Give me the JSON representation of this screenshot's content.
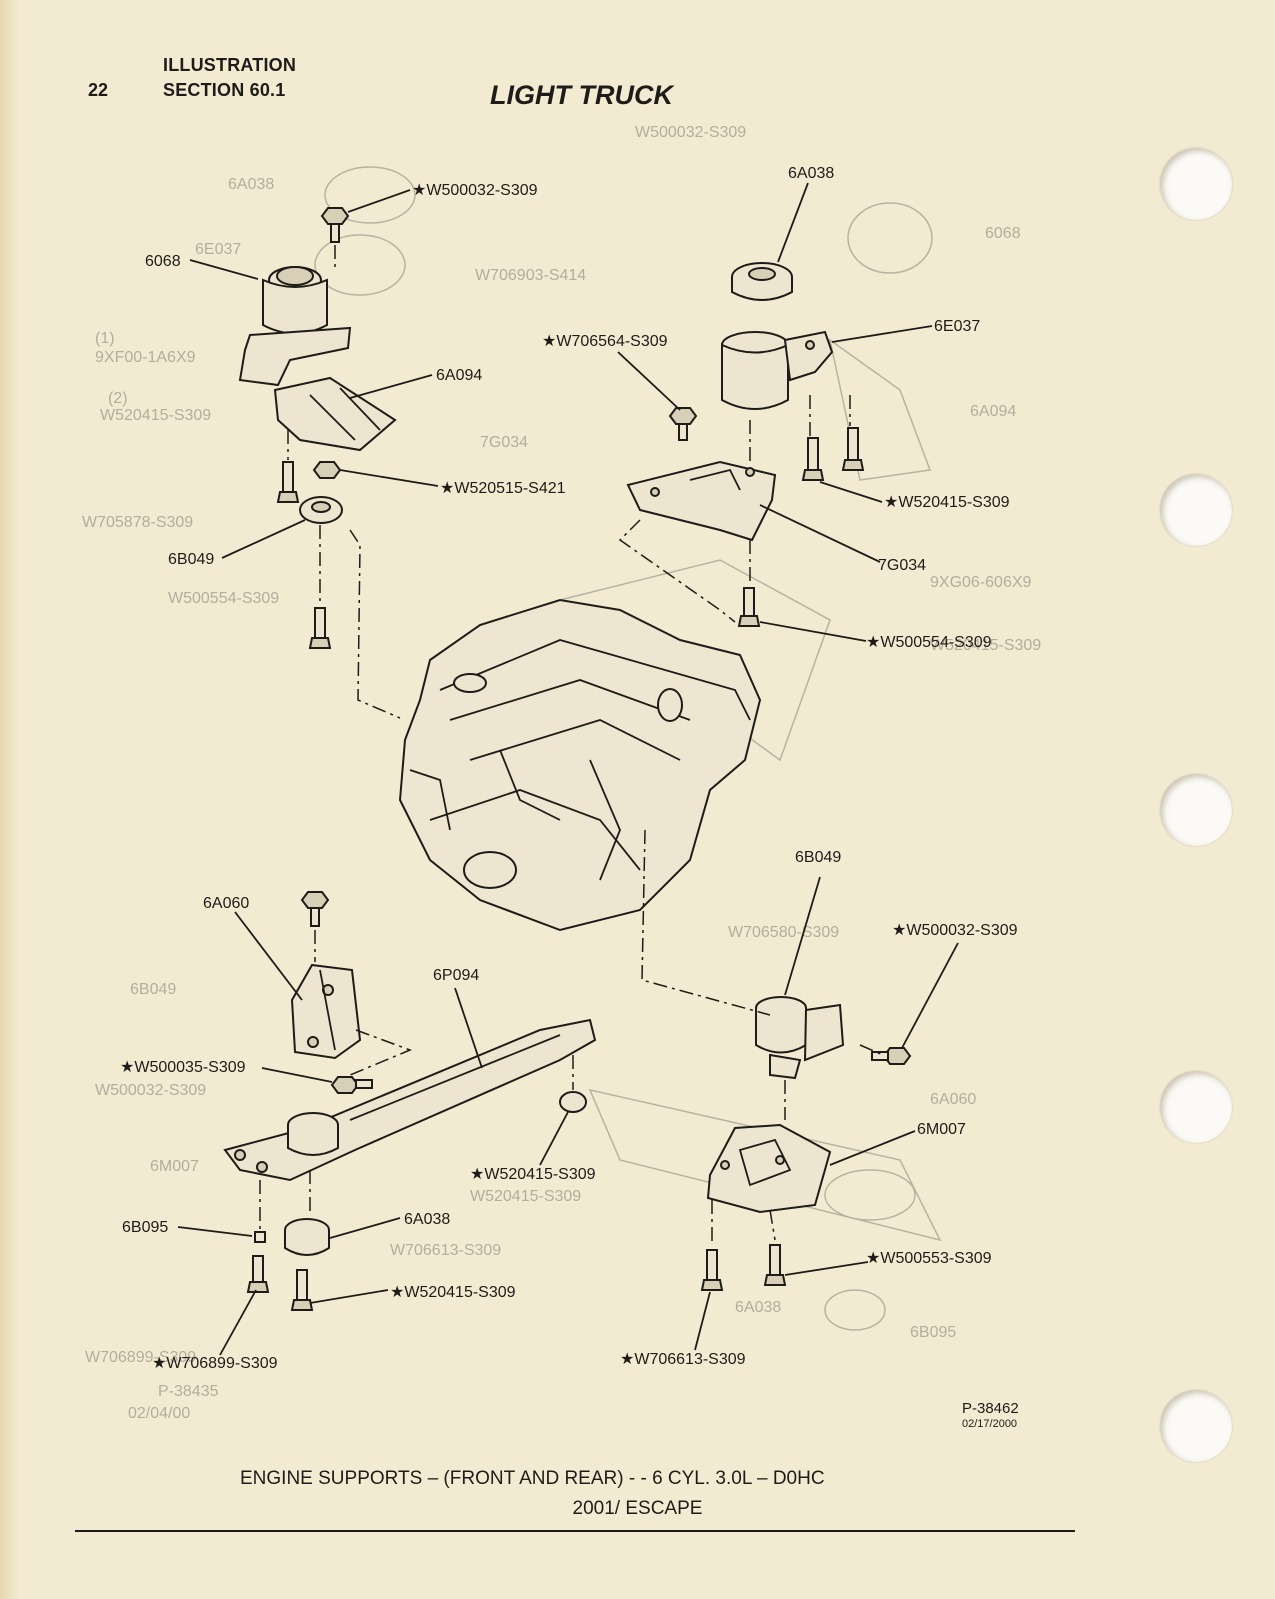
{
  "header": {
    "page_number": "22",
    "section_label": "ILLUSTRATION",
    "section_number": "SECTION 60.1",
    "title": "LIGHT TRUCK"
  },
  "callouts": {
    "top_left_bolt": "★W500032-S309",
    "top_left_mount": "6068",
    "top_left_bracket": "6A094",
    "top_left_nut": "★W520515-S421",
    "top_left_insulator": "6B049",
    "top_right_cap": "6A038",
    "top_right_mount": "6E037",
    "top_right_bolt_small": "★W706564-S309",
    "top_right_bolts": "★W520415-S309",
    "top_right_bracket": "7G034",
    "top_right_bottom_bolt": "★W500554-S309",
    "bottom_right_insulator": "6B049",
    "bottom_right_bolt": "★W500032-S309",
    "bottom_left_bracket": "6A060",
    "crossmember": "6P094",
    "bottom_left_bolt": "★W500035-S309",
    "crossmember_nut": "★W520415-S309",
    "bottom_right_mount": "6M007",
    "bottom_left_washer": "6B095",
    "bottom_left_cap": "6A038",
    "bottom_right_bolt2": "★W500553-S309",
    "bottom_left_bolt2": "★W520415-S309",
    "bottom_left_bolt3": "★W706899-S309",
    "bottom_center_bolt": "★W706613-S309"
  },
  "ghost_labels": {
    "g1": "W500032-S309",
    "g2": "6A038",
    "g3": "6068",
    "g4": "6E037",
    "g5": "W706903-S414",
    "g6": "9XF00-1A6X9",
    "g7": "W520415-S309",
    "g8": "7G034",
    "g9": "W705878-S309",
    "g10": "W500554-S309",
    "g11": "6A094",
    "g12": "9XG06-606X9",
    "g13": "W706580-S309",
    "g14": "6B049",
    "g15": "6A060",
    "g16": "W500032-S309",
    "g17": "6M007",
    "g18": "W520415-S309",
    "g19": "W706613-S309",
    "g20": "6A038",
    "g21": "6B095",
    "g22": "P-38435",
    "g23": "02/04/00",
    "g24": "W706899-S309",
    "g25": "(1)",
    "g26": "(2)",
    "g27": "W520415-S309"
  },
  "figure": {
    "id": "P-38462",
    "date": "02/17/2000"
  },
  "caption": {
    "line1": "ENGINE SUPPORTS – (FRONT AND REAR) - - 6 CYL. 3.0L – D0HC",
    "line2": "2001/ ESCAPE"
  }
}
